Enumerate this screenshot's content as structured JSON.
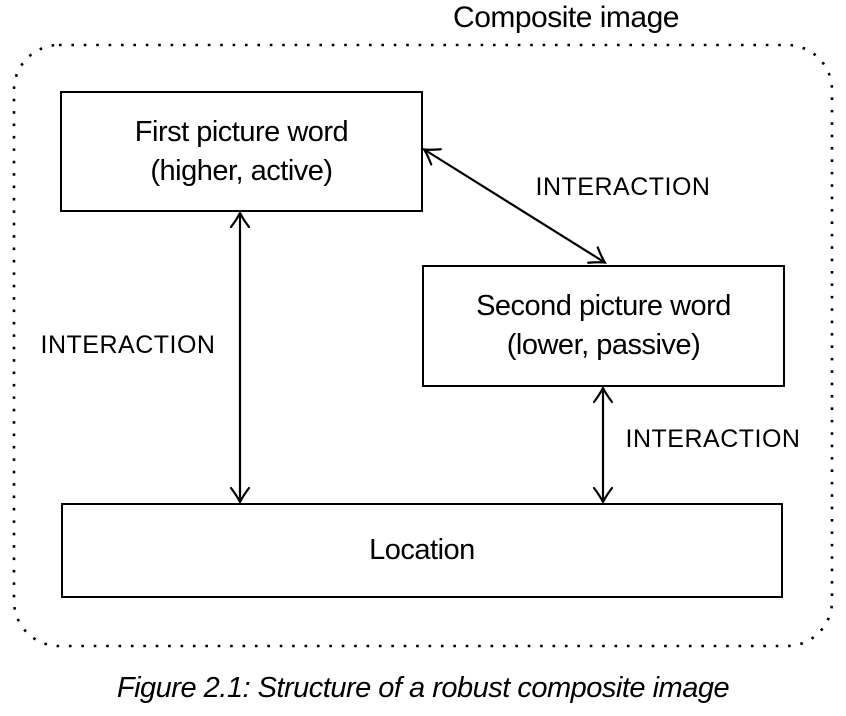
{
  "diagram": {
    "title": "Composite image",
    "boxes": {
      "first": {
        "line1": "First picture word",
        "line2": "(higher, active)"
      },
      "second": {
        "line1": "Second picture word",
        "line2": "(lower, passive)"
      },
      "location": {
        "label": "Location"
      }
    },
    "edges": {
      "first_location_label": "INTERACTION",
      "first_second_label": "INTERACTION",
      "second_location_label": "INTERACTION"
    },
    "caption": "Figure 2.1: Structure of a robust composite image",
    "colors": {
      "line": "#000000",
      "background": "#ffffff"
    }
  }
}
